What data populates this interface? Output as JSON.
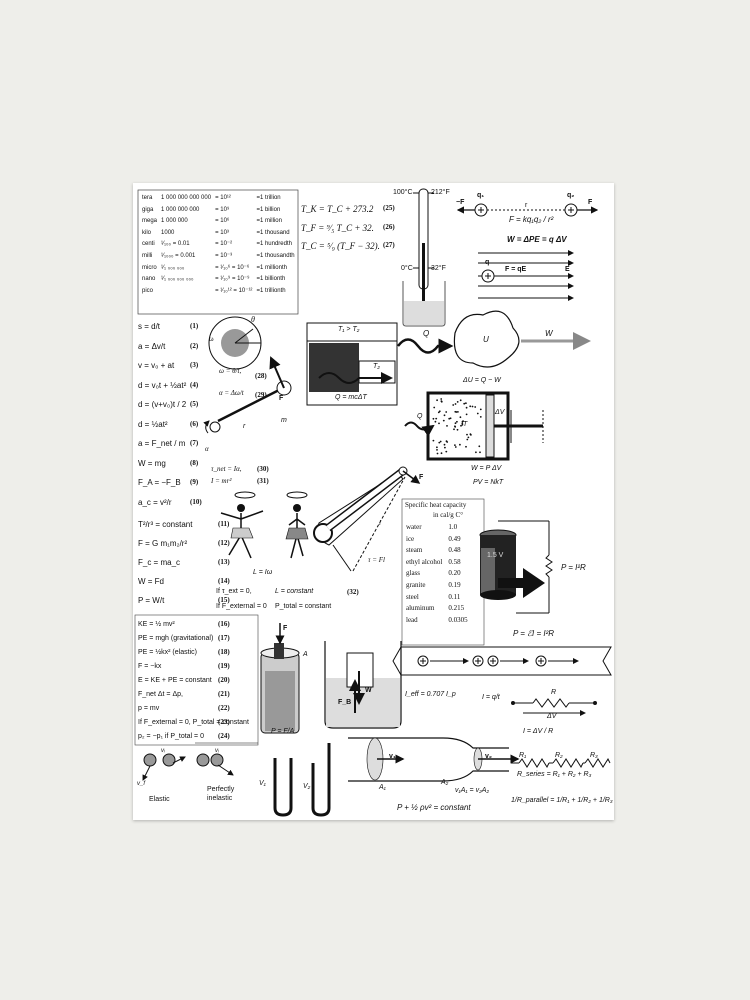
{
  "prefixes": [
    {
      "name": "tera",
      "digits": "1 000 000 000 000",
      "power": "= 10¹²",
      "word": "=1 trillion"
    },
    {
      "name": "giga",
      "digits": "1 000 000 000",
      "power": "= 10⁹",
      "word": "=1 billion"
    },
    {
      "name": "mega",
      "digits": "1 000 000",
      "power": "= 10⁶",
      "word": "=1 million"
    },
    {
      "name": "kilo",
      "digits": "1000",
      "power": "= 10³",
      "word": "=1 thousand"
    },
    {
      "name": "centi",
      "digits": "¹⁄₁₀₀   = 0.01",
      "power": "= 10⁻²",
      "word": "=1 hundredth"
    },
    {
      "name": "milli",
      "digits": "¹⁄₁₀₀₀   = 0.001",
      "power": "= 10⁻³",
      "word": "=1 thousandth"
    },
    {
      "name": "micro",
      "digits": "¹⁄₁ ₀₀₀ ₀₀₀",
      "power": "= ¹⁄₁₀⁶ = 10⁻⁶",
      "word": "=1 millionth"
    },
    {
      "name": "nano",
      "digits": "¹⁄₁ ₀₀₀ ₀₀₀ ₀₀₀",
      "power": "= ¹⁄₁₀⁹ = 10⁻⁹",
      "word": "=1 billionth"
    },
    {
      "name": "pico",
      "digits": "",
      "power": "= ¹⁄₁₀¹² = 10⁻¹²",
      "word": "=1 trillionth"
    }
  ],
  "temperature": {
    "eq25": "T_K = T_C + 273.2",
    "n25": "(25)",
    "eq26": "T_F = ⁹⁄₅ T_C + 32.",
    "n26": "(26)",
    "eq27": "T_C = ⁵⁄₉ (T_F − 32).",
    "n27": "(27)",
    "c100": "100°C",
    "f212": "212°F",
    "c0": "0°C",
    "f32": "32°F"
  },
  "coulomb": {
    "minus_f": "−F",
    "q1": "q₁",
    "r": "r",
    "q2": "q₂",
    "f": "F",
    "law": "F = kq₁q₂ / r²",
    "work": "W = ΔPE = q ΔV",
    "q": "q",
    "fqe": "F = qE",
    "e": "E"
  },
  "kinematics": [
    {
      "eq": "s = d/t",
      "n": "(1)"
    },
    {
      "eq": "a = Δv/t",
      "n": "(2)"
    },
    {
      "eq": "v = v₀ + at",
      "n": "(3)"
    },
    {
      "eq": "d = v₀t + ½at²",
      "n": "(4)"
    },
    {
      "eq": "d = (v+v₀)t / 2",
      "n": "(5)"
    },
    {
      "eq": "d = ½at²",
      "n": "(6)"
    },
    {
      "eq": "a = F_net / m",
      "n": "(7)"
    },
    {
      "eq": "W = mg",
      "n": "(8)"
    },
    {
      "eq": "F_A = −F_B",
      "n": "(9)"
    },
    {
      "eq": "a_c = v²/r",
      "n": "(10)"
    }
  ],
  "gravitation": [
    {
      "eq": "T²/r³ = constant",
      "n": "(11)"
    },
    {
      "eq": "F = G m₁m₂/r²",
      "n": "(12)"
    },
    {
      "eq": "F_c = ma_c",
      "n": "(13)"
    },
    {
      "eq": "W = Fd",
      "n": "(14)"
    },
    {
      "eq": "P = W/t",
      "n": "(15)"
    }
  ],
  "rotation": {
    "omega_eq": "ω = θ/t,",
    "n28": "(28)",
    "alpha_eq": "α = Δω/t",
    "n29": "(29)",
    "theta": "θ",
    "omega": "ω",
    "f_label": "F",
    "m_label": "m",
    "r_label": "r",
    "alpha": "α",
    "torque_eq": "τ_net = Iα,",
    "n30": "(30)",
    "inertia_eq": "I = mr²",
    "n31": "(31)",
    "l_eq": "L = Iω",
    "if_text": "If τ_ext = 0,",
    "l_const": "L = constant",
    "n32": "(32)",
    "if_fext": "If F_external = 0",
    "ptotal": "P_total = constant",
    "wrench_f": "F",
    "wrench_l": "l",
    "tau_fl": "τ = Fl"
  },
  "heat": {
    "t1t2": "T₁ > T₂",
    "t2": "T₂",
    "qmc": "Q = mcΔT",
    "Q": "Q",
    "U": "U",
    "W": "W",
    "du": "ΔU = Q − W",
    "dv": "ΔV",
    "T": "T",
    "wpdv": "W = P ΔV",
    "pv": "PV = NkT",
    "table_title": "Specific heat capacity",
    "table_units": "in cal/g C°",
    "materials": [
      {
        "name": "water",
        "c": "1.0"
      },
      {
        "name": "ice",
        "c": "0.49"
      },
      {
        "name": "steam",
        "c": "0.48"
      },
      {
        "name": "ethyl alcohol",
        "c": "0.58"
      },
      {
        "name": "glass",
        "c": "0.20"
      },
      {
        "name": "granite",
        "c": "0.19"
      },
      {
        "name": "steel",
        "c": "0.11"
      },
      {
        "name": "aluminum",
        "c": "0.215"
      },
      {
        "name": "lead",
        "c": "0.0305"
      }
    ]
  },
  "electric": {
    "battery": "1.5 V",
    "pei": "P = ℰI",
    "pi2r": "P = I²R",
    "pei_full": "P = ℰI = I²R",
    "ieff": "I_eff = 0.707 I_p",
    "i_qt": "I = q/t",
    "r": "R",
    "dv": "ΔV",
    "i_dvr": "I = ΔV / R",
    "r1": "R₁",
    "r2": "R₂",
    "r3": "R₃",
    "rseries": "R_series = R₁ + R₂ + R₃",
    "rparallel": "1/R_parallel = 1/R₁ + 1/R₂ + 1/R₃"
  },
  "energy": [
    {
      "eq": "KE = ½ mv²",
      "n": "(16)"
    },
    {
      "eq": "PE = mgh   (gravitational)",
      "n": "(17)"
    },
    {
      "eq": "PE = ½kx²   (elastic)",
      "n": "(18)"
    },
    {
      "eq": "F = −kx",
      "n": "(19)"
    },
    {
      "eq": "E = KE + PE = constant",
      "n": "(20)"
    },
    {
      "eq": "F_net Δt = Δp,",
      "n": "(21)"
    },
    {
      "eq": "p = mv",
      "n": "(22)"
    },
    {
      "eq": "If F_external = 0, P_total = constant",
      "n": "(23)"
    },
    {
      "eq": "p₂ = −p₁   if P_total = 0",
      "n": "(24)"
    }
  ],
  "collisions": {
    "vi": "vᵢ",
    "vf": "v_f",
    "elastic": "Elastic",
    "inelastic1": "Perfectly",
    "inelastic2": "inelastic"
  },
  "fluids": {
    "F": "F",
    "A": "A",
    "W": "W",
    "FB": "F_B",
    "p_fa": "P = F/A",
    "v1": "V₁",
    "v2": "V₂",
    "fv1": "v₁",
    "fv2": "v₂",
    "a1": "A₁",
    "a2": "A₂",
    "cont": "v₁A₁ = v₂A₂",
    "bern": "P + ½ ρv² = constant"
  }
}
